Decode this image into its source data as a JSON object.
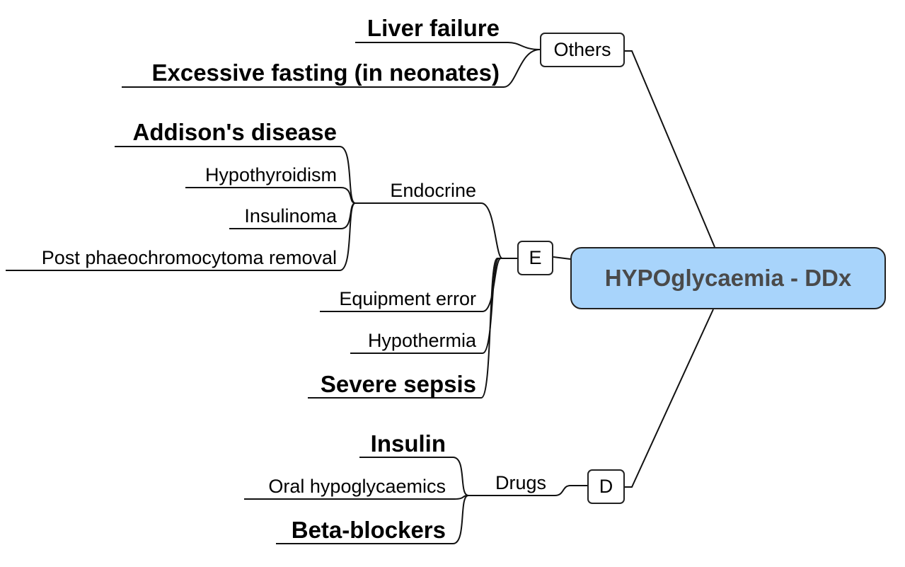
{
  "central": {
    "title": "HYPOglycaemia - DDx"
  },
  "branches": {
    "others": {
      "label": "Others",
      "items": [
        "Liver failure",
        "Excessive fasting (in neonates)"
      ]
    },
    "e": {
      "label": "E",
      "endocrine": {
        "label": "Endocrine",
        "items": [
          "Addison's disease",
          "Hypothyroidism",
          "Insulinoma",
          "Post phaeochromocytoma removal"
        ]
      },
      "items": [
        "Equipment error",
        "Hypothermia",
        "Severe sepsis"
      ]
    },
    "d": {
      "label": "D",
      "drugs": {
        "label": "Drugs",
        "items": [
          "Insulin",
          "Oral hypoglycaemics",
          "Beta-blockers"
        ]
      }
    }
  }
}
